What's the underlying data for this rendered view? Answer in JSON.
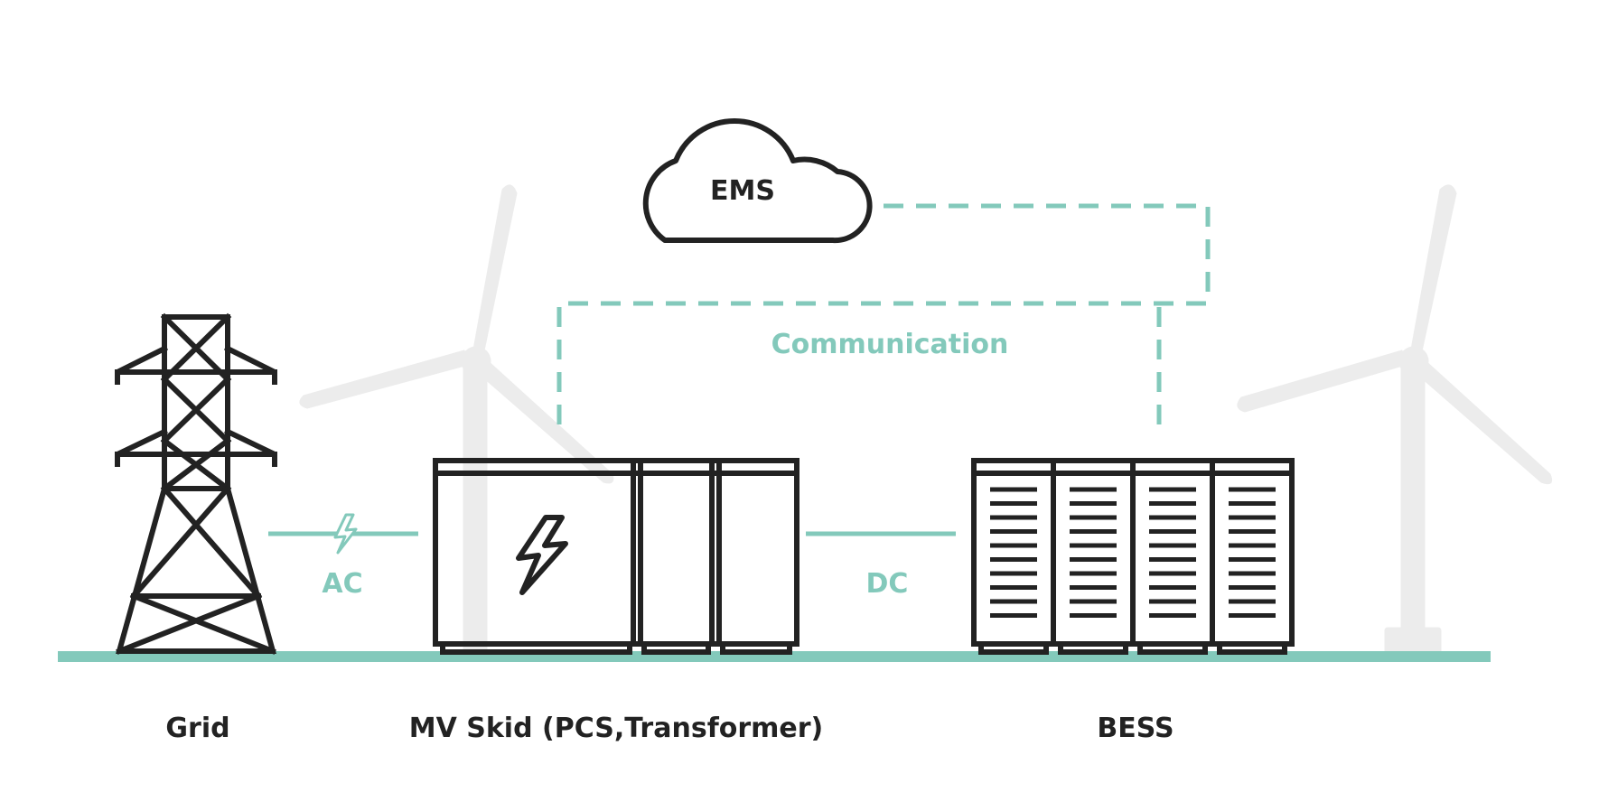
{
  "labels": {
    "ems": "EMS",
    "communication": "Communication",
    "ac": "AC",
    "dc": "DC",
    "grid": "Grid",
    "mv_skid": "MV Skid (PCS,Transformer)",
    "bess": "BESS"
  },
  "colors": {
    "accent": "#83c9bb",
    "stroke": "#222222",
    "turbine": "#ececec",
    "background": "#ffffff"
  },
  "icons": [
    "cloud-icon",
    "transmission-tower-icon",
    "lightning-bolt-icon",
    "wind-turbine-icon",
    "battery-rack-icon"
  ]
}
